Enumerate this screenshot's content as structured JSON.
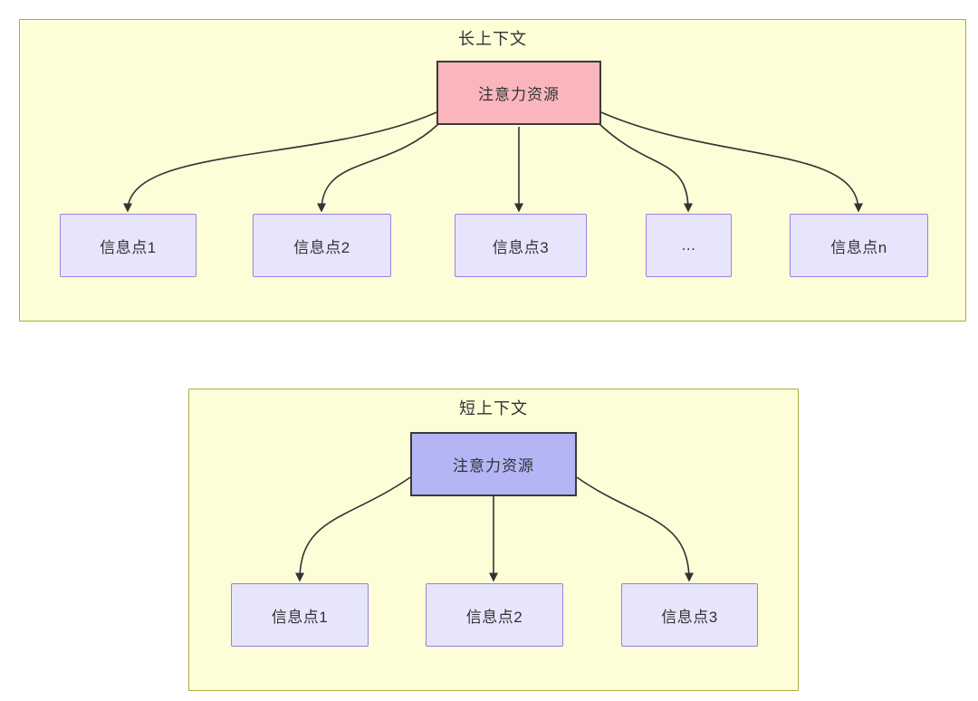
{
  "colors": {
    "container_fill": "#FDFDD8",
    "container_border": "#ABAB3F",
    "node_fill": "#E6E5FB",
    "node_border": "#9C80DA",
    "attention_border": "#3A3A3A",
    "attention_fill_long": "#FBB6BD",
    "attention_fill_short": "#B3B5F4",
    "arrow": "#333333",
    "text": "#333333"
  },
  "long_context": {
    "title": "长上下文",
    "attention_label": "注意力资源",
    "nodes": [
      {
        "label": "信息点1"
      },
      {
        "label": "信息点2"
      },
      {
        "label": "信息点3"
      },
      {
        "label": "..."
      },
      {
        "label": "信息点n"
      }
    ]
  },
  "short_context": {
    "title": "短上下文",
    "attention_label": "注意力资源",
    "nodes": [
      {
        "label": "信息点1"
      },
      {
        "label": "信息点2"
      },
      {
        "label": "信息点3"
      }
    ]
  }
}
